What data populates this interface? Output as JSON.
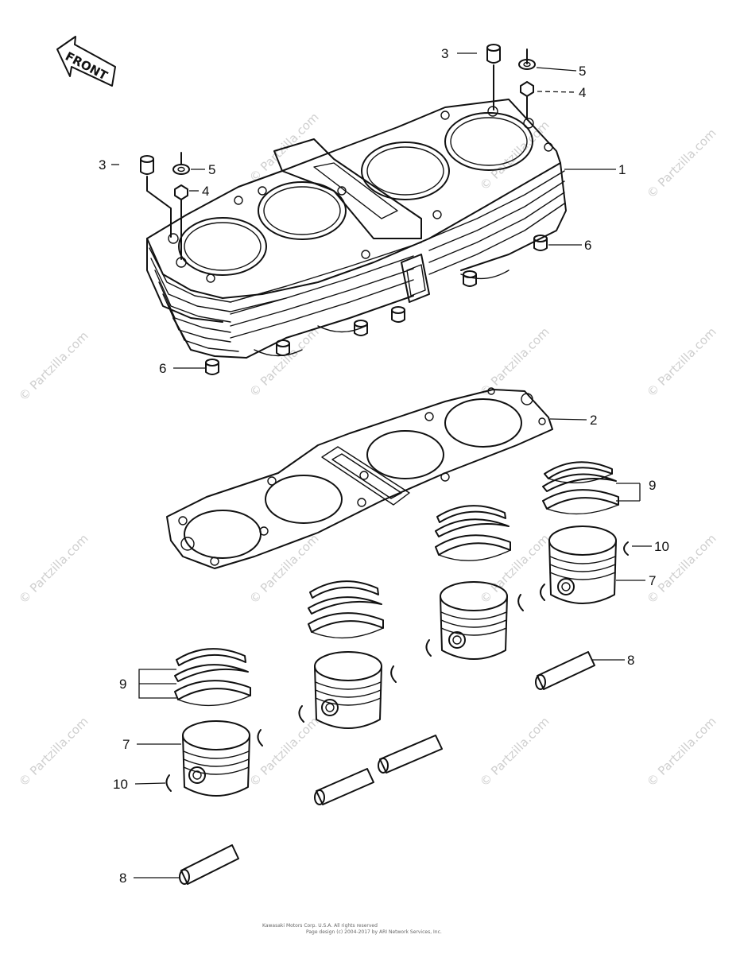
{
  "front_label": "FRONT",
  "watermark": "© Partzilla.com",
  "copyright": [
    "Kawasaki Motors Corp. U.S.A. All rights reserved",
    "Page design (c) 2004-2017 by ARI Network Services, Inc."
  ],
  "callouts": {
    "c3a": "3",
    "c5a": "5",
    "c4a": "4",
    "c3b": "3",
    "c5b": "5",
    "c4b": "4",
    "c1": "1",
    "c6a": "6",
    "c6b": "6",
    "c2": "2",
    "c9a": "9",
    "c10a": "10",
    "c7a": "7",
    "c8a": "8",
    "c9b": "9",
    "c7b": "7",
    "c10b": "10",
    "c8b": "8"
  }
}
